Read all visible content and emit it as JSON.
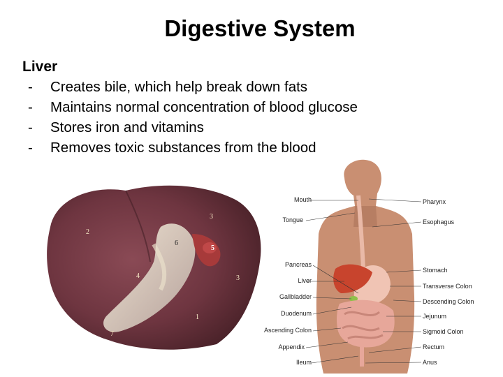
{
  "slide": {
    "title": "Digestive System",
    "section_heading": "Liver",
    "bullet_marker": "-",
    "bullets": [
      "Creates bile, which help break down fats",
      "Maintains normal concentration of blood glucose",
      "Stores iron and vitamins",
      "Removes toxic substances from the blood"
    ]
  },
  "liver_photo": {
    "region_numbers": [
      "1",
      "2",
      "3",
      "3",
      "4",
      "5",
      "6",
      "7"
    ]
  },
  "anatomy_diagram": {
    "left_labels": [
      "Mouth",
      "Tongue",
      "Pancreas",
      "Liver",
      "Gallbladder",
      "Duodenum",
      "Ascending Colon",
      "Appendix",
      "Ileum"
    ],
    "right_labels": [
      "Pharynx",
      "Esophagus",
      "Stomach",
      "Transverse Colon",
      "Descending Colon",
      "Jejunum",
      "Sigmoid Colon",
      "Rectum",
      "Anus"
    ]
  }
}
